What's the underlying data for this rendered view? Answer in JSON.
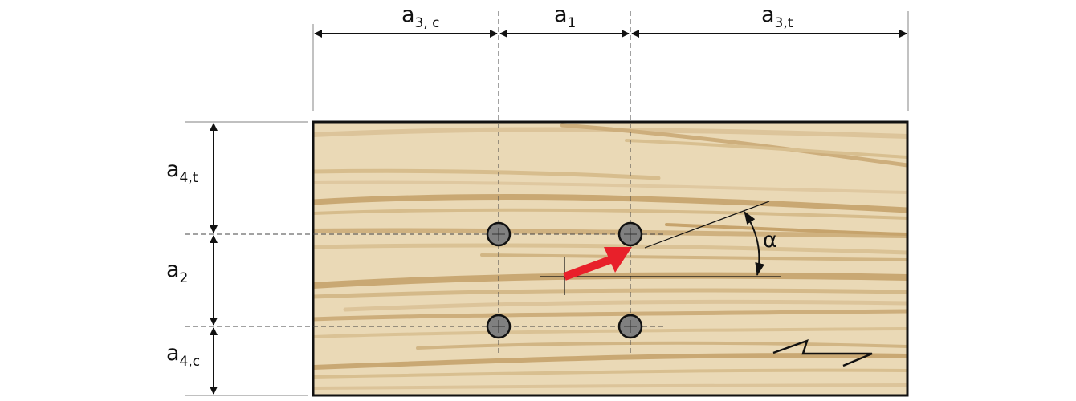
{
  "labels": {
    "top": [
      {
        "main": "a",
        "sub": "3, c"
      },
      {
        "main": "a",
        "sub": "1"
      },
      {
        "main": "a",
        "sub": "3,t"
      }
    ],
    "left": [
      {
        "main": "a",
        "sub": "4,t"
      },
      {
        "main": "a",
        "sub": "2"
      },
      {
        "main": "a",
        "sub": "4,c"
      }
    ],
    "angle": "α"
  },
  "colors": {
    "wood_base": "#ead9b6",
    "grain_dark": "#c9a873",
    "grain_mid": "#d8bf90",
    "fastener": "#808080",
    "force_arrow": "#e8202a",
    "outline": "#111111",
    "dim_line": "#111111"
  }
}
